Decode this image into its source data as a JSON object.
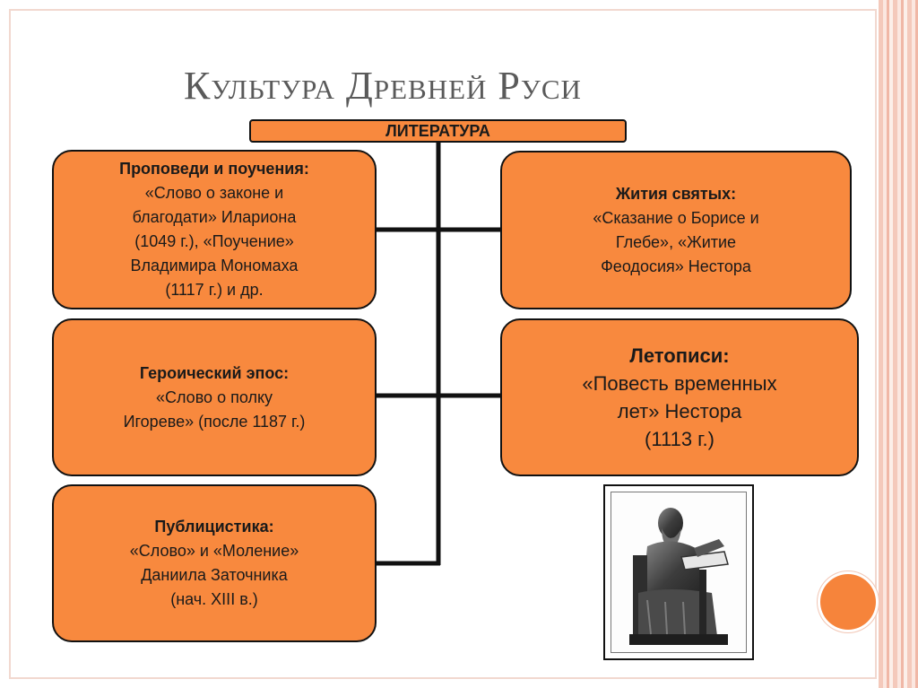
{
  "slide": {
    "title": "Культура Древней Руси",
    "header": "ЛИТЕРАТУРА",
    "boxes": {
      "sermons": {
        "heading": "Проповеди и поучения:",
        "text": "«Слово о законе и\nблагодати» Илариона\n(1049 г.), «Поучение»\nВладимира Мономаха\n(1117 г.) и др."
      },
      "lives": {
        "heading": "Жития святых:",
        "text": "«Сказание о Борисе и\nГлебе», «Житие\nФеодосия» Нестора"
      },
      "epic": {
        "heading": "Героический эпос:",
        "text": "«Слово о полку\nИгореве» (после 1187 г.)"
      },
      "chronicles": {
        "heading": "Летописи:",
        "text": "«Повесть временных\nлет» Нестора\n(1113 г.)"
      },
      "publicism": {
        "heading": "Публицистика:",
        "text": "«Слово» и «Моление»\nДаниила Заточника\n(нач. XIII в.)"
      }
    },
    "colors": {
      "box_fill": "#f8893e",
      "accent_circle": "#f6843b",
      "title": "#5a5a5a"
    }
  }
}
